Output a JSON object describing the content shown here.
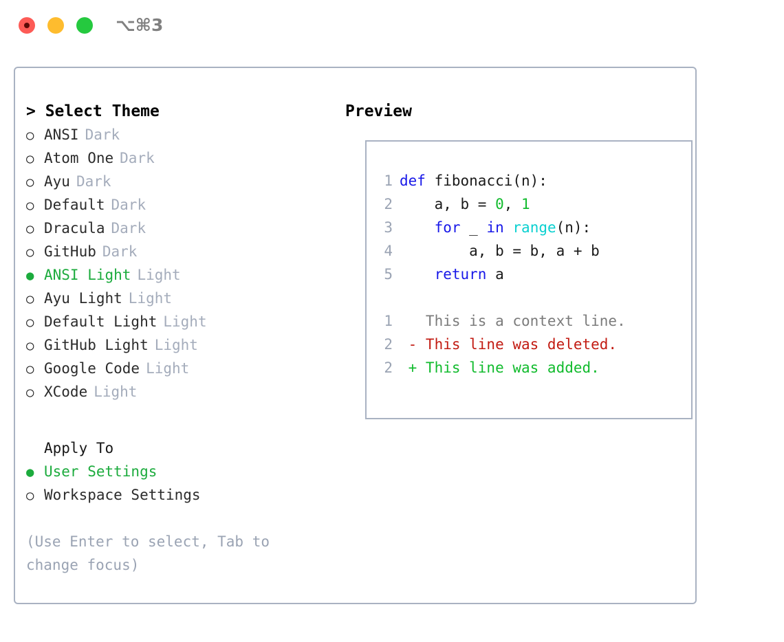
{
  "titlebar": {
    "shortcut": "⌥⌘3",
    "buttons": [
      {
        "name": "close",
        "color": "#fd5b56"
      },
      {
        "name": "minimize",
        "color": "#febc2e"
      },
      {
        "name": "maximize",
        "color": "#25c93f"
      }
    ]
  },
  "theme_selector": {
    "heading": "> Select Theme",
    "selected_bullet": "●",
    "unselected_bullet": "○",
    "selected_color": "#1cab3d",
    "items": [
      {
        "name": "ANSI",
        "kind": "Dark",
        "selected": false
      },
      {
        "name": "Atom One",
        "kind": "Dark",
        "selected": false
      },
      {
        "name": "Ayu",
        "kind": "Dark",
        "selected": false
      },
      {
        "name": "Default",
        "kind": "Dark",
        "selected": false
      },
      {
        "name": "Dracula",
        "kind": "Dark",
        "selected": false
      },
      {
        "name": "GitHub",
        "kind": "Dark",
        "selected": false
      },
      {
        "name": "ANSI Light",
        "kind": "Light",
        "selected": true
      },
      {
        "name": "Ayu Light",
        "kind": "Light",
        "selected": false
      },
      {
        "name": "Default Light",
        "kind": "Light",
        "selected": false
      },
      {
        "name": "GitHub Light",
        "kind": "Light",
        "selected": false
      },
      {
        "name": "Google Code",
        "kind": "Light",
        "selected": false
      },
      {
        "name": "XCode",
        "kind": "Light",
        "selected": false
      }
    ]
  },
  "apply_to": {
    "label": "Apply To",
    "items": [
      {
        "name": "User Settings",
        "selected": true
      },
      {
        "name": "Workspace Settings",
        "selected": false
      }
    ]
  },
  "hint": "(Use Enter to select, Tab to change focus)",
  "preview": {
    "heading": "Preview",
    "code_lines": [
      {
        "n": "1",
        "tokens": [
          {
            "t": "def",
            "c": "kw"
          },
          {
            "t": " fibonacci(n):",
            "c": "plain"
          }
        ]
      },
      {
        "n": "2",
        "tokens": [
          {
            "t": "    a, b = ",
            "c": "plain"
          },
          {
            "t": "0",
            "c": "num"
          },
          {
            "t": ", ",
            "c": "plain"
          },
          {
            "t": "1",
            "c": "num"
          }
        ]
      },
      {
        "n": "3",
        "tokens": [
          {
            "t": "    ",
            "c": "plain"
          },
          {
            "t": "for",
            "c": "kw"
          },
          {
            "t": " _ ",
            "c": "plain"
          },
          {
            "t": "in",
            "c": "kw"
          },
          {
            "t": " ",
            "c": "plain"
          },
          {
            "t": "range",
            "c": "fn"
          },
          {
            "t": "(n):",
            "c": "plain"
          }
        ]
      },
      {
        "n": "4",
        "tokens": [
          {
            "t": "        a, b = b, a + b",
            "c": "plain"
          }
        ]
      },
      {
        "n": "5",
        "tokens": [
          {
            "t": "    ",
            "c": "plain"
          },
          {
            "t": "return",
            "c": "kw"
          },
          {
            "t": " a",
            "c": "plain"
          }
        ]
      }
    ],
    "diff_lines": [
      {
        "n": "1",
        "marker": " ",
        "text": "This is a context line.",
        "kind": "ctx"
      },
      {
        "n": "2",
        "marker": "-",
        "text": "This line was deleted.",
        "kind": "del"
      },
      {
        "n": "2",
        "marker": "+",
        "text": "This line was added.",
        "kind": "add"
      }
    ],
    "colors": {
      "keyword": "#1818e8",
      "function": "#0ad0d0",
      "number": "#11bb2d",
      "plain": "#1a1a1a",
      "line_number": "#9aa3b3",
      "diff_context": "#7b7b7b",
      "diff_deleted": "#c21b12",
      "diff_added": "#11bb2d"
    }
  }
}
